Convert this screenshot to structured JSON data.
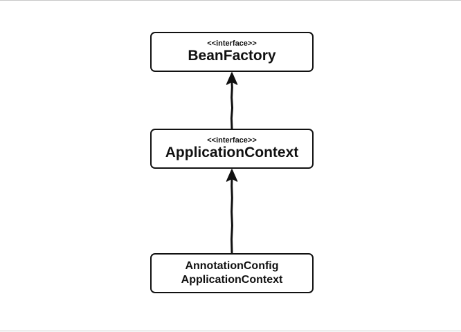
{
  "diagram": {
    "nodes": [
      {
        "id": "bean-factory",
        "stereotype": "<<interface>>",
        "name": "BeanFactory"
      },
      {
        "id": "application-context",
        "stereotype": "<<interface>>",
        "name": "ApplicationContext"
      },
      {
        "id": "annotation-config-application-context",
        "name_line1": "AnnotationConfig",
        "name_line2": "ApplicationContext"
      }
    ],
    "edges": [
      {
        "from": "application-context",
        "to": "bean-factory",
        "kind": "inheritance-arrow"
      },
      {
        "from": "annotation-config-application-context",
        "to": "application-context",
        "kind": "inheritance-arrow"
      }
    ],
    "colors": {
      "stroke": "#111111",
      "background": "#ffffff",
      "frame": "#c8c8c8"
    }
  }
}
